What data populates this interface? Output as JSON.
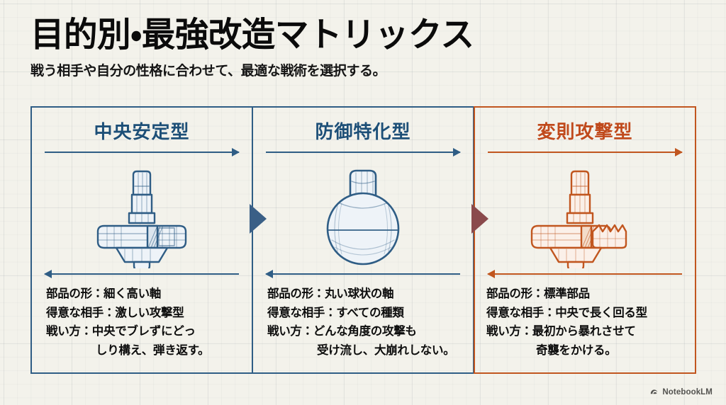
{
  "header": {
    "title": "目的別・最強改造マトリックス",
    "subtitle": "戦う相手や自分の性格に合わせて、最適な戦術を選択する。"
  },
  "colors": {
    "background": "#f3f2eb",
    "blue": "#2f5d85",
    "blue_title": "#1d4f77",
    "orange": "#c1561f",
    "orange_title": "#c04a1c",
    "text": "#0d0d0d",
    "chevron_blue": "#3a5f86",
    "chevron_red": "#8a4a4c"
  },
  "panels": [
    {
      "title": "中央安定型",
      "accent": false,
      "illustration": "spinning-top-tall-shaft",
      "specs": {
        "parts_label": "部品の形：細く高い軸",
        "matchup_label": "得意な相手：激しい攻撃型",
        "tactics_line1": "戦い方：中央でブレずにどっ",
        "tactics_line2": "しり構え、弾き返す。"
      }
    },
    {
      "title": "防御特化型",
      "accent": false,
      "illustration": "spinning-top-ball",
      "specs": {
        "parts_label": "部品の形：丸い球状の軸",
        "matchup_label": "得意な相手：すべての種類",
        "tactics_line1": "戦い方：どんな角度の攻撃も",
        "tactics_line2": "受け流し、大崩れしない。"
      }
    },
    {
      "title": "変則攻撃型",
      "accent": true,
      "illustration": "spinning-top-serrated",
      "specs": {
        "parts_label": "部品の形：標準部品",
        "matchup_label": "得意な相手：中央で長く回る型",
        "tactics_line1": "戦い方：最初から暴れさせて",
        "tactics_line2": "奇襲をかける。"
      }
    }
  ],
  "watermark": {
    "label": "NotebookLM",
    "icon": "notebooklm-icon"
  }
}
